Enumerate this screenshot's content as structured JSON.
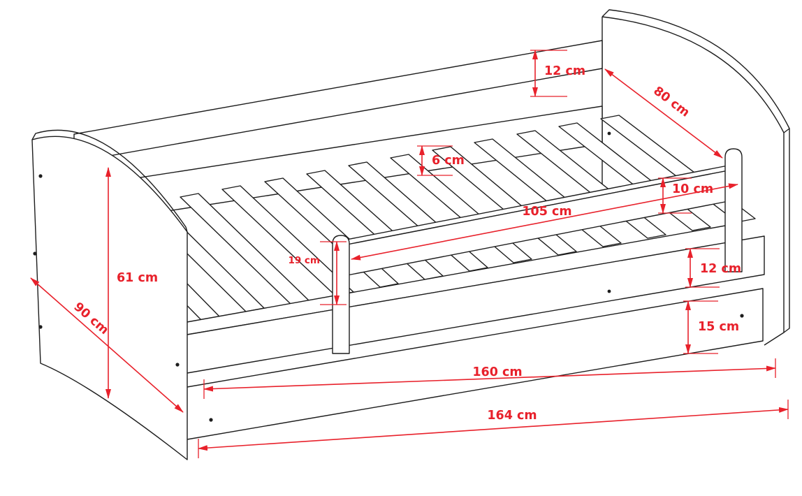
{
  "dimensions": {
    "top_rail_height": {
      "label": "12 cm",
      "value": 12,
      "unit": "cm"
    },
    "headboard_width": {
      "label": "80 cm",
      "value": 80,
      "unit": "cm"
    },
    "slat_height": {
      "label": "6 cm",
      "value": 6,
      "unit": "cm"
    },
    "guardrail_height": {
      "label": "10 cm",
      "value": 10,
      "unit": "cm"
    },
    "guardrail_length": {
      "label": "105 cm",
      "value": 105,
      "unit": "cm"
    },
    "guardrail_post_height": {
      "label": "19 cm",
      "value": 19,
      "unit": "cm"
    },
    "side_rail_height": {
      "label": "12 cm",
      "value": 12,
      "unit": "cm"
    },
    "headboard_height": {
      "label": "61 cm",
      "value": 61,
      "unit": "cm"
    },
    "bed_width": {
      "label": "90 cm",
      "value": 90,
      "unit": "cm"
    },
    "drawer_height": {
      "label": "15 cm",
      "value": 15,
      "unit": "cm"
    },
    "inner_length": {
      "label": "160 cm",
      "value": 160,
      "unit": "cm"
    },
    "total_length": {
      "label": "164 cm",
      "value": 164,
      "unit": "cm"
    }
  },
  "colors": {
    "dimension_red": "#e8212b",
    "line_black": "#1d1d1d",
    "background": "#ffffff"
  }
}
